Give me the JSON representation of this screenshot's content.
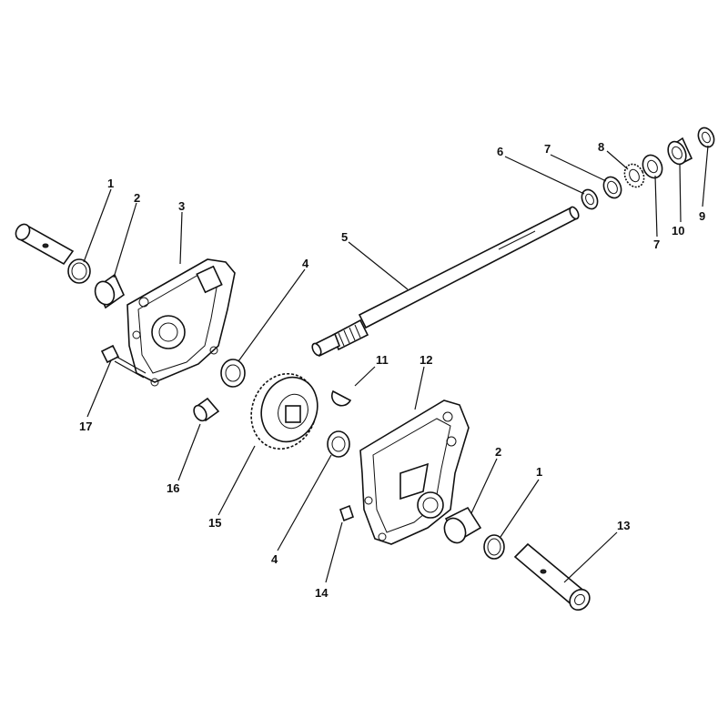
{
  "callouts": {
    "c1a": "1",
    "c2a": "2",
    "c3": "3",
    "c4a": "4",
    "c5": "5",
    "c6": "6",
    "c7a": "7",
    "c8": "8",
    "c7b": "7",
    "c10": "10",
    "c9": "9",
    "c11": "11",
    "c12": "12",
    "c2b": "2",
    "c1b": "1",
    "c13": "13",
    "c17": "17",
    "c16": "16",
    "c15": "15",
    "c4b": "4",
    "c14": "14"
  }
}
